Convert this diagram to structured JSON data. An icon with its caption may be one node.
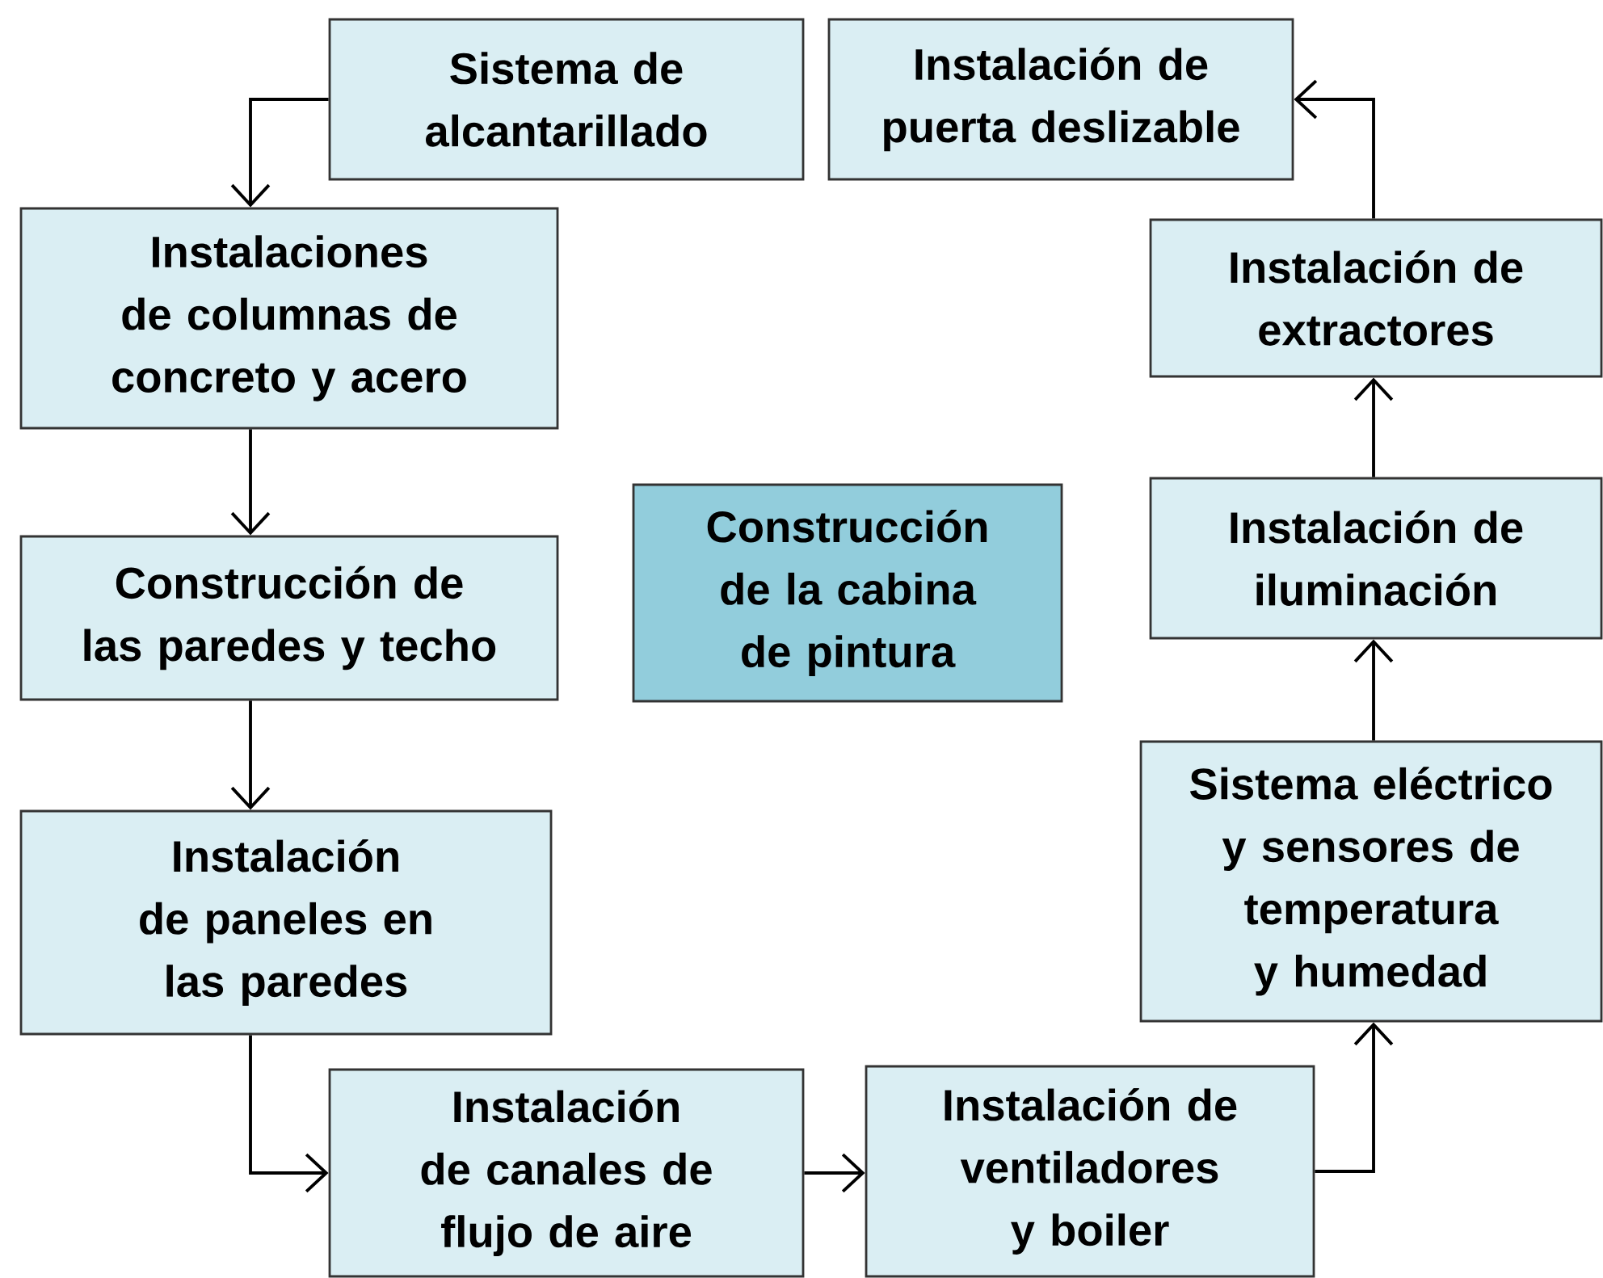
{
  "diagram": {
    "nodes": [
      {
        "text": [
          "Sistema de alcantarillado"
        ]
      },
      {
        "text": [
          "Instalaciones de columnas de concreto y acero"
        ]
      },
      {
        "text": [
          "Construcción de las paredes y techo"
        ]
      },
      {
        "text": [
          "Instalación de paneles en las paredes"
        ]
      },
      {
        "text": [
          "Instalación de canales de flujo de aire"
        ]
      },
      {
        "text": [
          "Instalación de ventiladores y boiler"
        ]
      },
      {
        "text": [
          "Sistema eléctrico y sensores de temperatura y humedad"
        ]
      },
      {
        "text": [
          "Instalación de iluminación"
        ]
      },
      {
        "text": [
          "Instalación de extractores"
        ]
      },
      {
        "text": [
          "Instalación de puerta deslizable"
        ]
      },
      {
        "text": [
          "Construcción de la cabina de pintura"
        ]
      }
    ],
    "edges": [
      {
        "from": 0,
        "to": 1,
        "arrow": "to"
      },
      {
        "from": 1,
        "to": 2,
        "arrow": "to"
      },
      {
        "from": 2,
        "to": 3,
        "arrow": "to"
      },
      {
        "from": 3,
        "to": 4,
        "arrow": "to"
      },
      {
        "from": 4,
        "to": 5,
        "arrow": "to"
      },
      {
        "from": 5,
        "to": 6,
        "arrow": "to"
      },
      {
        "from": 6,
        "to": 7,
        "arrow": "to"
      },
      {
        "from": 7,
        "to": 8,
        "arrow": "to"
      },
      {
        "from": 8,
        "to": 9,
        "arrow": "to"
      }
    ]
  }
}
